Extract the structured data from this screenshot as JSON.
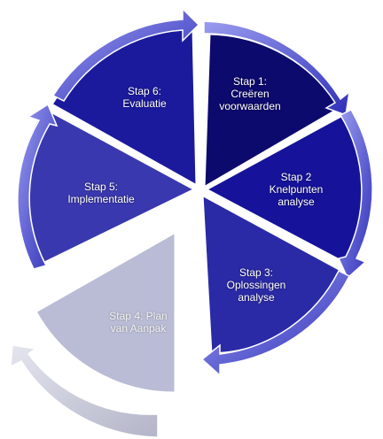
{
  "cycle": {
    "steps": [
      {
        "lines": [
          "Stap 1:",
          "Creëren",
          "voorwaarden"
        ],
        "color": "#0d0a6e"
      },
      {
        "lines": [
          "Stap 2",
          "Knelpunten",
          "analyse"
        ],
        "color": "#16139a"
      },
      {
        "lines": [
          "Stap 3:",
          "Oplossingen",
          "analyse"
        ],
        "color": "#2b2aa6"
      },
      {
        "lines": [
          "Stap 4: Plan",
          "van Aanpak"
        ],
        "color": "#b9bcd4"
      },
      {
        "lines": [
          "Stap 5:",
          "Implementatie"
        ],
        "color": "#3a38ae"
      },
      {
        "lines": [
          "Stap 6:",
          "Evaluatie"
        ],
        "color": "#1c1a9c"
      }
    ],
    "arrow_color": "#3b3bc4",
    "arrow_light_color": "#c7c9da"
  }
}
